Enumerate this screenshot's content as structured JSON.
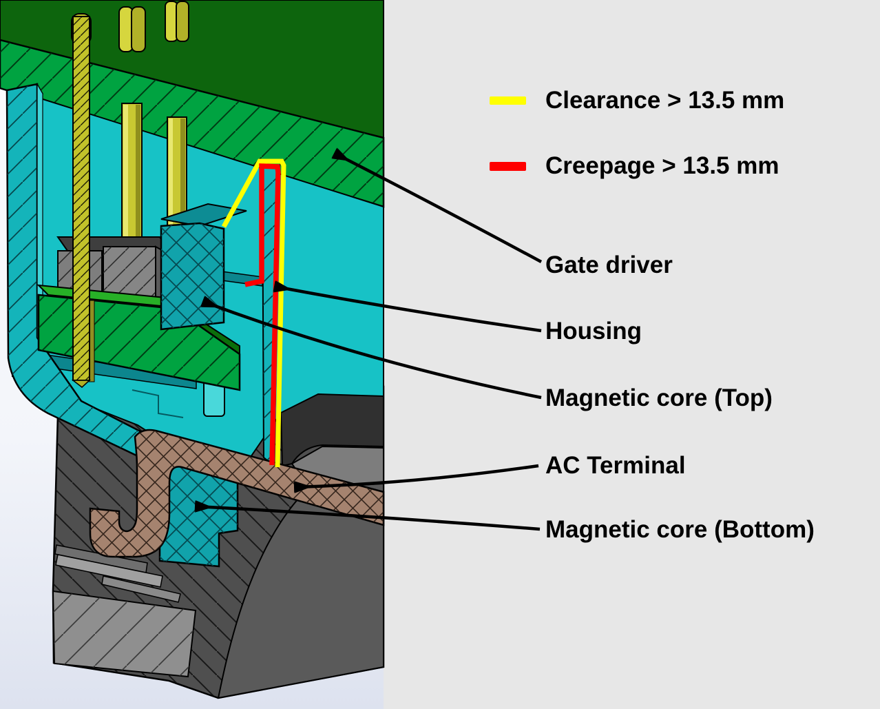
{
  "scene": {
    "panel_color": "#e7e7e7",
    "viewport_top_color": "#fdfdfe",
    "viewport_bottom_color": "#dde2ef"
  },
  "legend": {
    "items": [
      {
        "id": "clearance",
        "swatch_color": "#ffff00",
        "label": "Clearance > 13.5 mm"
      },
      {
        "id": "creepage",
        "swatch_color": "#ff0000",
        "label": "Creepage > 13.5 mm"
      }
    ]
  },
  "callouts": [
    {
      "id": "gate-driver",
      "label": "Gate driver"
    },
    {
      "id": "housing",
      "label": "Housing"
    },
    {
      "id": "magnetic-core-top",
      "label": "Magnetic core (Top)"
    },
    {
      "id": "ac-terminal",
      "label": "AC Terminal"
    },
    {
      "id": "magnetic-core-bottom",
      "label": "Magnetic core (Bottom)"
    }
  ],
  "materials": {
    "pcb_top_green": "#0d650d",
    "pcb_section_green": "#00a341",
    "housing_cyan": "#17c2c6",
    "housing_cut_teal": "#14b4ba",
    "magnetic_core_teal": "#11a3ab",
    "pin_yellow": "#c8c832",
    "terminal_copper": "#a5836f",
    "heatsink_gray": "#4f4f4f"
  }
}
